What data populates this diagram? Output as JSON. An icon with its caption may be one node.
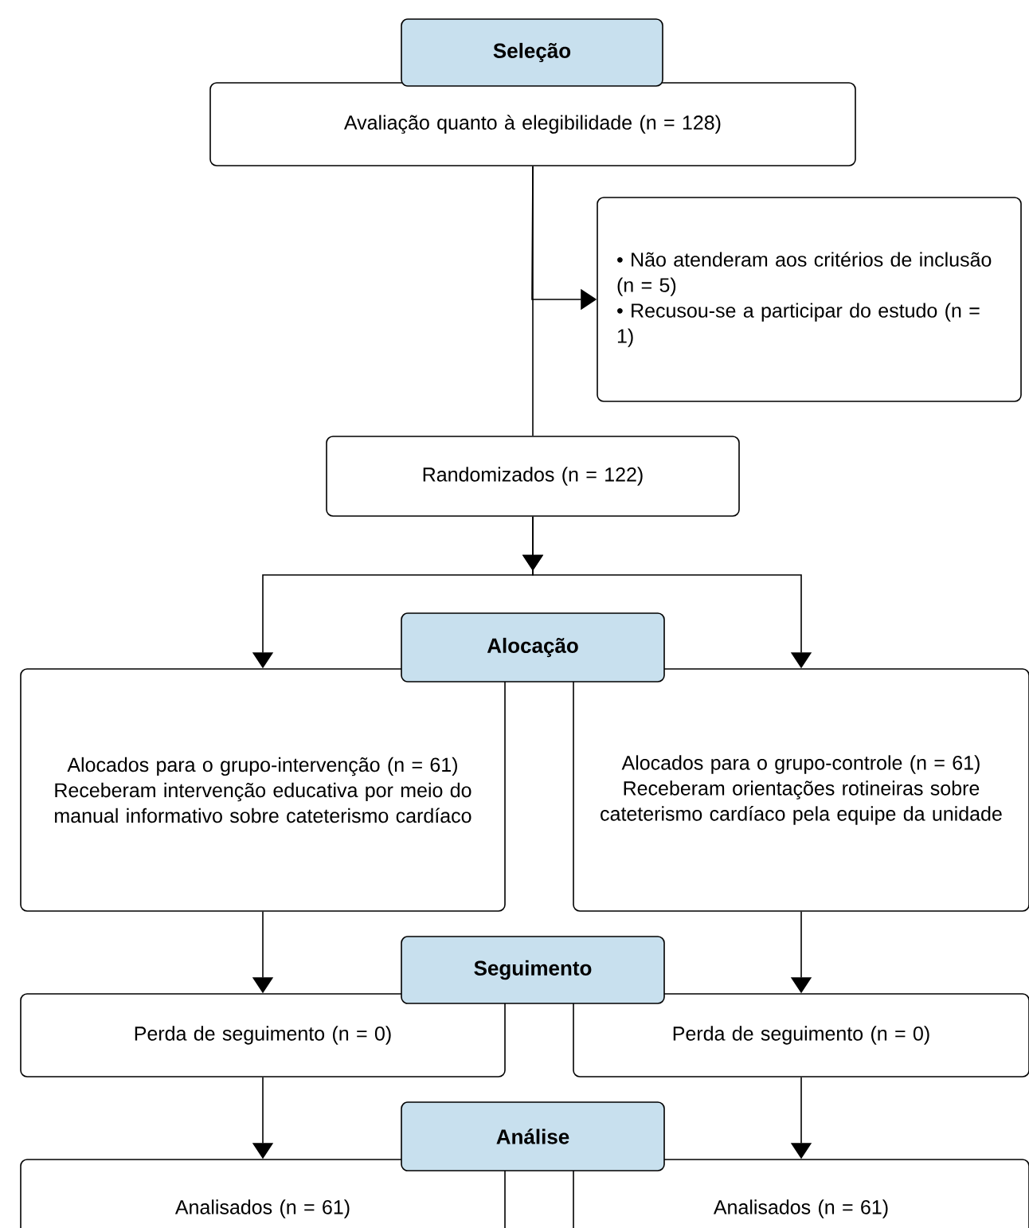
{
  "diagram": {
    "nodes": [
      {
        "text": [
          "Seleção"
        ]
      },
      {
        "text": [
          "Avaliação quanto à elegibilidade (n = 128)"
        ]
      },
      {
        "text": [
          "• Não atenderam aos critérios de inclusão (n = 5)",
          "• Recusou-se a participar do estudo (n = 1)"
        ]
      },
      {
        "text": [
          "Randomizados (n = 122)"
        ]
      },
      {
        "text": [
          "Alocação"
        ]
      },
      {
        "text": [
          "Alocados para o grupo-intervenção (n = 61)",
          "Receberam intervenção educativa por meio do manual informativo sobre cateterismo cardíaco"
        ]
      },
      {
        "text": [
          "Alocados para o grupo-controle (n = 61)",
          "Receberam orientações rotineiras sobre cateterismo cardíaco pela equipe da unidade"
        ]
      },
      {
        "text": [
          "Seguimento"
        ]
      },
      {
        "text": [
          "Perda de seguimento (n = 0)"
        ]
      },
      {
        "text": [
          "Perda de seguimento (n = 0)"
        ]
      },
      {
        "text": [
          "Análise"
        ]
      },
      {
        "text": [
          "Analisados (n = 61)"
        ]
      },
      {
        "text": [
          "Analisados (n = 61)"
        ]
      }
    ],
    "edges": [
      {
        "from": 1,
        "to": 2,
        "arrow": "to"
      },
      {
        "from": 1,
        "to": 3,
        "arrow": "none"
      },
      {
        "from": 3,
        "to": 5,
        "arrow": "to"
      },
      {
        "from": 3,
        "to": 6,
        "arrow": "to"
      },
      {
        "from": 5,
        "to": 8,
        "arrow": "to"
      },
      {
        "from": 6,
        "to": 9,
        "arrow": "to"
      },
      {
        "from": 8,
        "to": 11,
        "arrow": "to"
      },
      {
        "from": 9,
        "to": 12,
        "arrow": "to"
      }
    ]
  }
}
